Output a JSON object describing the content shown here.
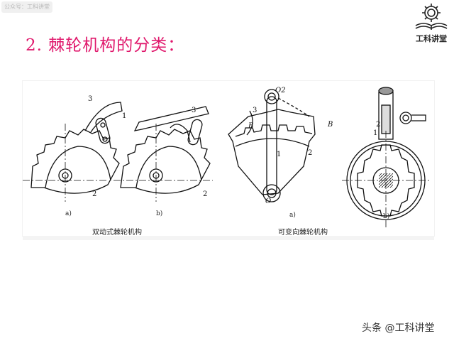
{
  "header": {
    "account_tag": "公众号：工科讲堂",
    "title": "2. 棘轮机构的分类：",
    "logo_text": "工科讲堂"
  },
  "figure": {
    "left_caption": "双动式棘轮机构",
    "right_caption": "可变向棘轮机构",
    "sub_labels": [
      "a)",
      "b)",
      "a)",
      "b)"
    ],
    "part_labels": {
      "one": "1",
      "two": "2",
      "three": "3",
      "o": "O",
      "o2": "O2",
      "b": "B"
    }
  },
  "watermark": "头条 @工科讲堂"
}
